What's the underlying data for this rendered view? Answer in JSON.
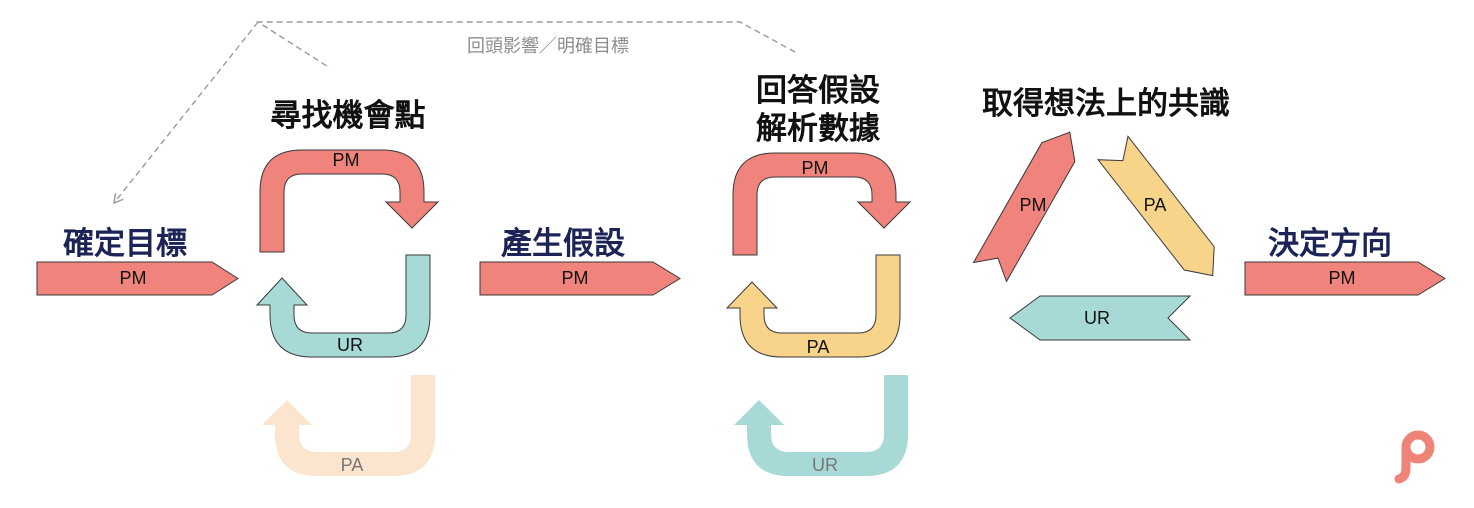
{
  "colors": {
    "pm": "#F0837B",
    "ur": "#A7DAD6",
    "pa": "#F8D48B",
    "pa_faded": "#FCE5CE",
    "heading_navy": "#1C2457",
    "heading_black": "#111111",
    "feedback_line": "#9A9A9A",
    "logo": "#EE8478"
  },
  "feedback_loop": {
    "label": "回頭影響／明確目標"
  },
  "step_1": {
    "heading": "確定目標",
    "arrow_label": "PM"
  },
  "step_2": {
    "heading": "尋找機會點",
    "cycle": {
      "top_label": "PM",
      "bottom_label": "UR",
      "faded_label": "PA"
    }
  },
  "step_3": {
    "heading": "產生假設",
    "arrow_label": "PM"
  },
  "step_4": {
    "heading_line_1": "回答假設",
    "heading_line_2": "解析數據",
    "cycle": {
      "top_label": "PM",
      "bottom_label": "PA",
      "faded_label": "UR"
    }
  },
  "step_5": {
    "heading": "取得想法上的共識",
    "triangle": {
      "left_label": "PM",
      "right_label": "PA",
      "bottom_label": "UR"
    }
  },
  "step_6": {
    "heading": "決定方向",
    "arrow_label": "PM"
  },
  "logo": {
    "icon": "p-logo-icon"
  }
}
